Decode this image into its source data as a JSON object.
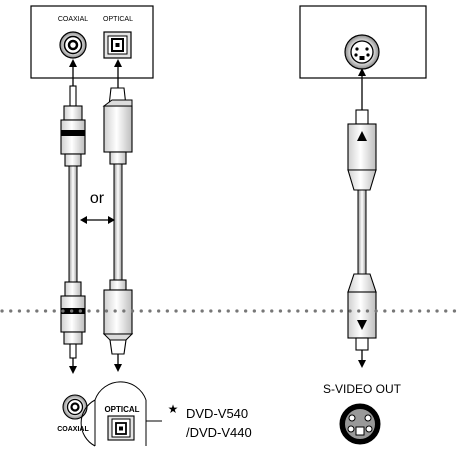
{
  "left_panel": {
    "coaxial_label": "COAXIAL",
    "optical_label": "OPTICAL"
  },
  "cable_choice_label": "or",
  "bottom_left": {
    "coaxial_label": "COAXIAL",
    "optical_label": "OPTICAL",
    "model_star": "★",
    "model_line1": "DVD-V540",
    "model_line2": "/DVD-V440"
  },
  "bottom_right": {
    "svideo_label": "S-VIDEO OUT"
  },
  "colors": {
    "line": "#000000",
    "dots": "#666666",
    "connector_face": "#ffffff",
    "shade": "#bdbdbd"
  },
  "icons": [
    "coaxial-jack-icon",
    "optical-jack-icon",
    "svideo-jack-icon",
    "arrow-icon"
  ]
}
